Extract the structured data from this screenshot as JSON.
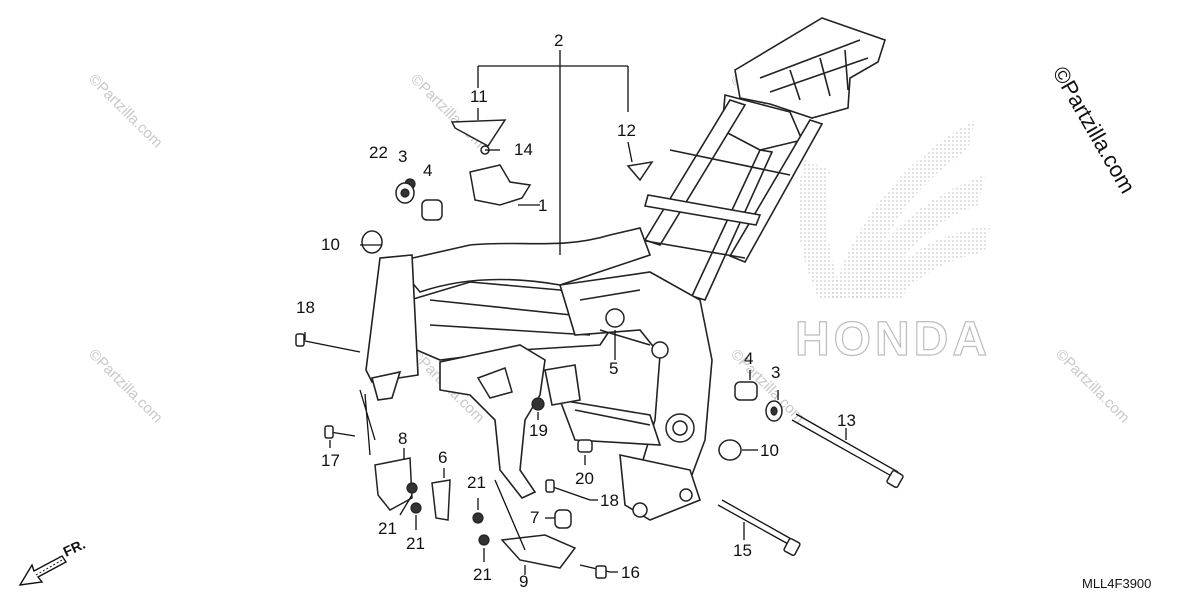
{
  "diagram": {
    "brand_mark": "©Partzilla.com",
    "watermark": "©Partzilla.com",
    "background_logo": "HONDA",
    "front_arrow_label": "FR.",
    "diagram_code": "MLL4F3900",
    "callouts": [
      {
        "id": "c-2",
        "label": "2"
      },
      {
        "id": "c-11",
        "label": "11"
      },
      {
        "id": "c-12",
        "label": "12"
      },
      {
        "id": "c-22",
        "label": "22"
      },
      {
        "id": "c-3a",
        "label": "3"
      },
      {
        "id": "c-4a",
        "label": "4"
      },
      {
        "id": "c-14",
        "label": "14"
      },
      {
        "id": "c-1",
        "label": "1"
      },
      {
        "id": "c-10a",
        "label": "10"
      },
      {
        "id": "c-18a",
        "label": "18"
      },
      {
        "id": "c-5",
        "label": "5"
      },
      {
        "id": "c-4b",
        "label": "4"
      },
      {
        "id": "c-3b",
        "label": "3"
      },
      {
        "id": "c-19",
        "label": "19"
      },
      {
        "id": "c-13",
        "label": "13"
      },
      {
        "id": "c-10b",
        "label": "10"
      },
      {
        "id": "c-17",
        "label": "17"
      },
      {
        "id": "c-8",
        "label": "8"
      },
      {
        "id": "c-6",
        "label": "6"
      },
      {
        "id": "c-20",
        "label": "20"
      },
      {
        "id": "c-18b",
        "label": "18"
      },
      {
        "id": "c-21a",
        "label": "21"
      },
      {
        "id": "c-21b",
        "label": "21"
      },
      {
        "id": "c-21c",
        "label": "21"
      },
      {
        "id": "c-21d",
        "label": "21"
      },
      {
        "id": "c-7",
        "label": "7"
      },
      {
        "id": "c-9",
        "label": "9"
      },
      {
        "id": "c-16",
        "label": "16"
      },
      {
        "id": "c-15",
        "label": "15"
      }
    ]
  }
}
